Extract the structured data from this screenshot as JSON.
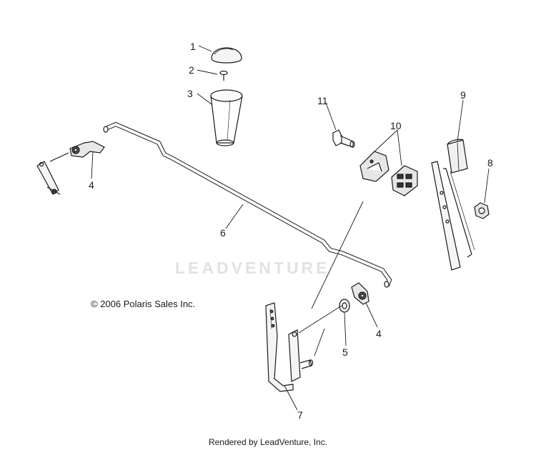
{
  "diagram": {
    "callouts": {
      "c1": "1",
      "c2": "2",
      "c3": "3",
      "c4a": "4",
      "c4b": "4",
      "c5": "5",
      "c6": "6",
      "c7": "7",
      "c8": "8",
      "c9": "9",
      "c10": "10",
      "c11": "11"
    },
    "copyright": "© 2006 Polaris Sales Inc.",
    "watermark": "LEADVENTURE",
    "footer": "Rendered by LeadVenture, Inc."
  },
  "colors": {
    "line": "#1a1a1a",
    "shade": "#d9d9d9",
    "watermark": "#e2e2e2"
  }
}
